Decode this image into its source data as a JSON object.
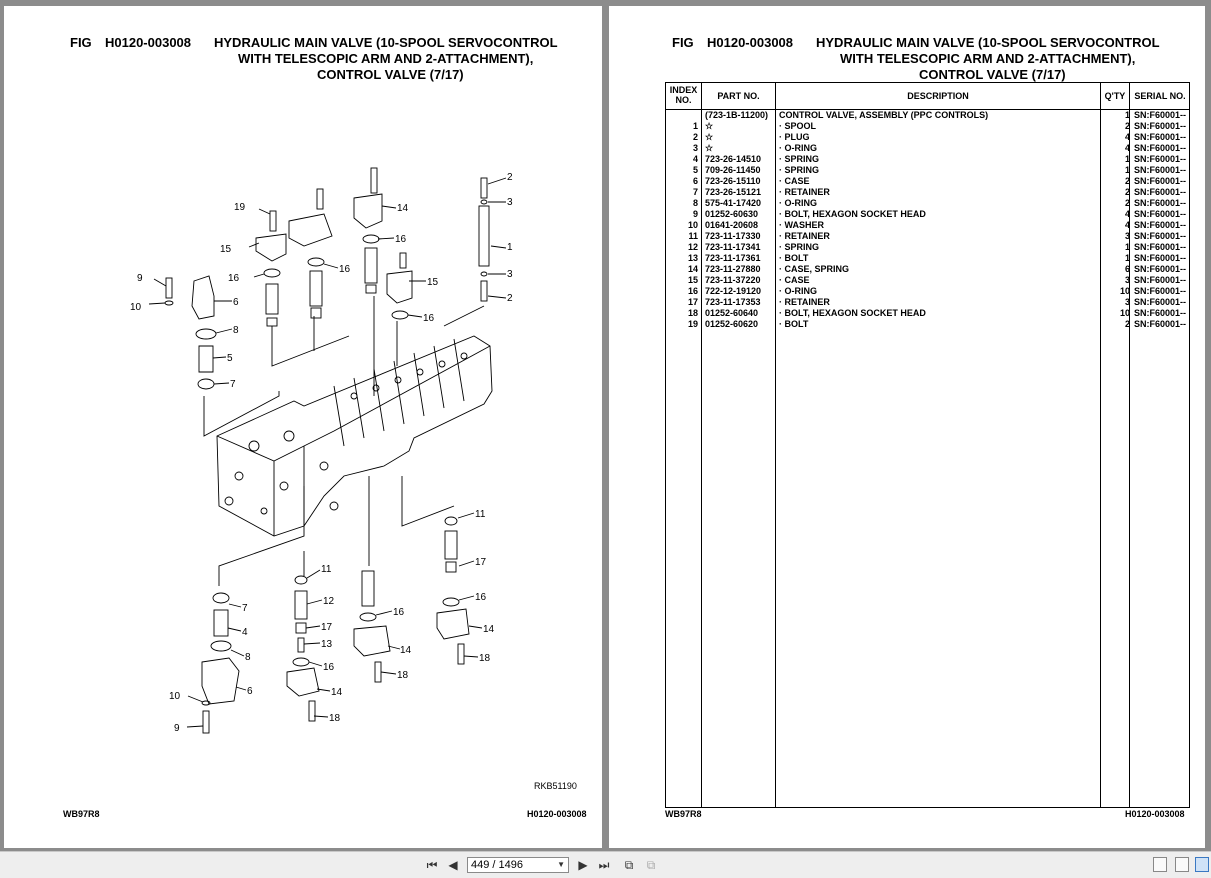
{
  "fig": {
    "label": "FIG",
    "number": "H0120-003008",
    "title_line1": "HYDRAULIC MAIN VALVE (10-SPOOL SERVOCONTROL",
    "title_line2": "WITH TELESCOPIC ARM AND 2-ATTACHMENT),",
    "title_line3": "CONTROL VALVE (7/17)"
  },
  "drawing_ref": "RKB51190",
  "footer": {
    "model": "WB97R8",
    "code": "H0120-003008"
  },
  "diagram": {
    "callouts": [
      "2",
      "3",
      "1",
      "3",
      "2",
      "14",
      "16",
      "16",
      "15",
      "16",
      "19",
      "15",
      "16",
      "9",
      "10",
      "6",
      "8",
      "5",
      "7",
      "11",
      "17",
      "16",
      "14",
      "18",
      "11",
      "12",
      "17",
      "13",
      "16",
      "14",
      "18",
      "16",
      "14",
      "18",
      "7",
      "4",
      "8",
      "10",
      "6",
      "9"
    ]
  },
  "table": {
    "headers": {
      "index": "INDEX NO.",
      "part": "PART NO.",
      "desc": "DESCRIPTION",
      "qty": "Q'TY",
      "serial": "SERIAL NO."
    },
    "rows": [
      {
        "idx": "",
        "part": "(723-1B-11200)",
        "desc": "CONTROL VALVE, ASSEMBLY (PPC CONTROLS)",
        "qty": "1",
        "serial": "SN:F60001--"
      },
      {
        "idx": "1",
        "part": "☆",
        "desc": "·  SPOOL",
        "qty": "2",
        "serial": "SN:F60001--"
      },
      {
        "idx": "2",
        "part": "☆",
        "desc": "·  PLUG",
        "qty": "4",
        "serial": "SN:F60001--"
      },
      {
        "idx": "3",
        "part": "☆",
        "desc": "·  O-RING",
        "qty": "4",
        "serial": "SN:F60001--"
      },
      {
        "idx": "4",
        "part": "723-26-14510",
        "desc": "·  SPRING",
        "qty": "1",
        "serial": "SN:F60001--"
      },
      {
        "idx": "5",
        "part": "709-26-11450",
        "desc": "·  SPRING",
        "qty": "1",
        "serial": "SN:F60001--"
      },
      {
        "idx": "6",
        "part": "723-26-15110",
        "desc": "·  CASE",
        "qty": "2",
        "serial": "SN:F60001--"
      },
      {
        "idx": "7",
        "part": "723-26-15121",
        "desc": "·  RETAINER",
        "qty": "2",
        "serial": "SN:F60001--"
      },
      {
        "idx": "8",
        "part": "575-41-17420",
        "desc": "·  O-RING",
        "qty": "2",
        "serial": "SN:F60001--"
      },
      {
        "idx": "9",
        "part": "01252-60630",
        "desc": "·  BOLT, HEXAGON SOCKET HEAD",
        "qty": "4",
        "serial": "SN:F60001--"
      },
      {
        "idx": "10",
        "part": "01641-20608",
        "desc": "·  WASHER",
        "qty": "4",
        "serial": "SN:F60001--"
      },
      {
        "idx": "11",
        "part": "723-11-17330",
        "desc": "·  RETAINER",
        "qty": "3",
        "serial": "SN:F60001--"
      },
      {
        "idx": "12",
        "part": "723-11-17341",
        "desc": "·  SPRING",
        "qty": "1",
        "serial": "SN:F60001--"
      },
      {
        "idx": "13",
        "part": "723-11-17361",
        "desc": "·  BOLT",
        "qty": "1",
        "serial": "SN:F60001--"
      },
      {
        "idx": "14",
        "part": "723-11-27880",
        "desc": "·  CASE, SPRING",
        "qty": "6",
        "serial": "SN:F60001--"
      },
      {
        "idx": "15",
        "part": "723-11-37220",
        "desc": "·  CASE",
        "qty": "3",
        "serial": "SN:F60001--"
      },
      {
        "idx": "16",
        "part": "722-12-19120",
        "desc": "·  O-RING",
        "qty": "10",
        "serial": "SN:F60001--"
      },
      {
        "idx": "17",
        "part": "723-11-17353",
        "desc": "·  RETAINER",
        "qty": "3",
        "serial": "SN:F60001--"
      },
      {
        "idx": "18",
        "part": "01252-60640",
        "desc": "·  BOLT, HEXAGON SOCKET HEAD",
        "qty": "10",
        "serial": "SN:F60001--"
      },
      {
        "idx": "19",
        "part": "01252-60620",
        "desc": "·  BOLT",
        "qty": "2",
        "serial": "SN:F60001--"
      }
    ]
  },
  "toolbar": {
    "page_value": "449 / 1496",
    "icons": [
      "first-page-icon",
      "prev-page-icon",
      "next-page-icon",
      "last-page-icon",
      "go-back-icon",
      "go-forward-icon",
      "single-page-view-icon",
      "continuous-view-icon",
      "two-page-view-icon"
    ]
  }
}
